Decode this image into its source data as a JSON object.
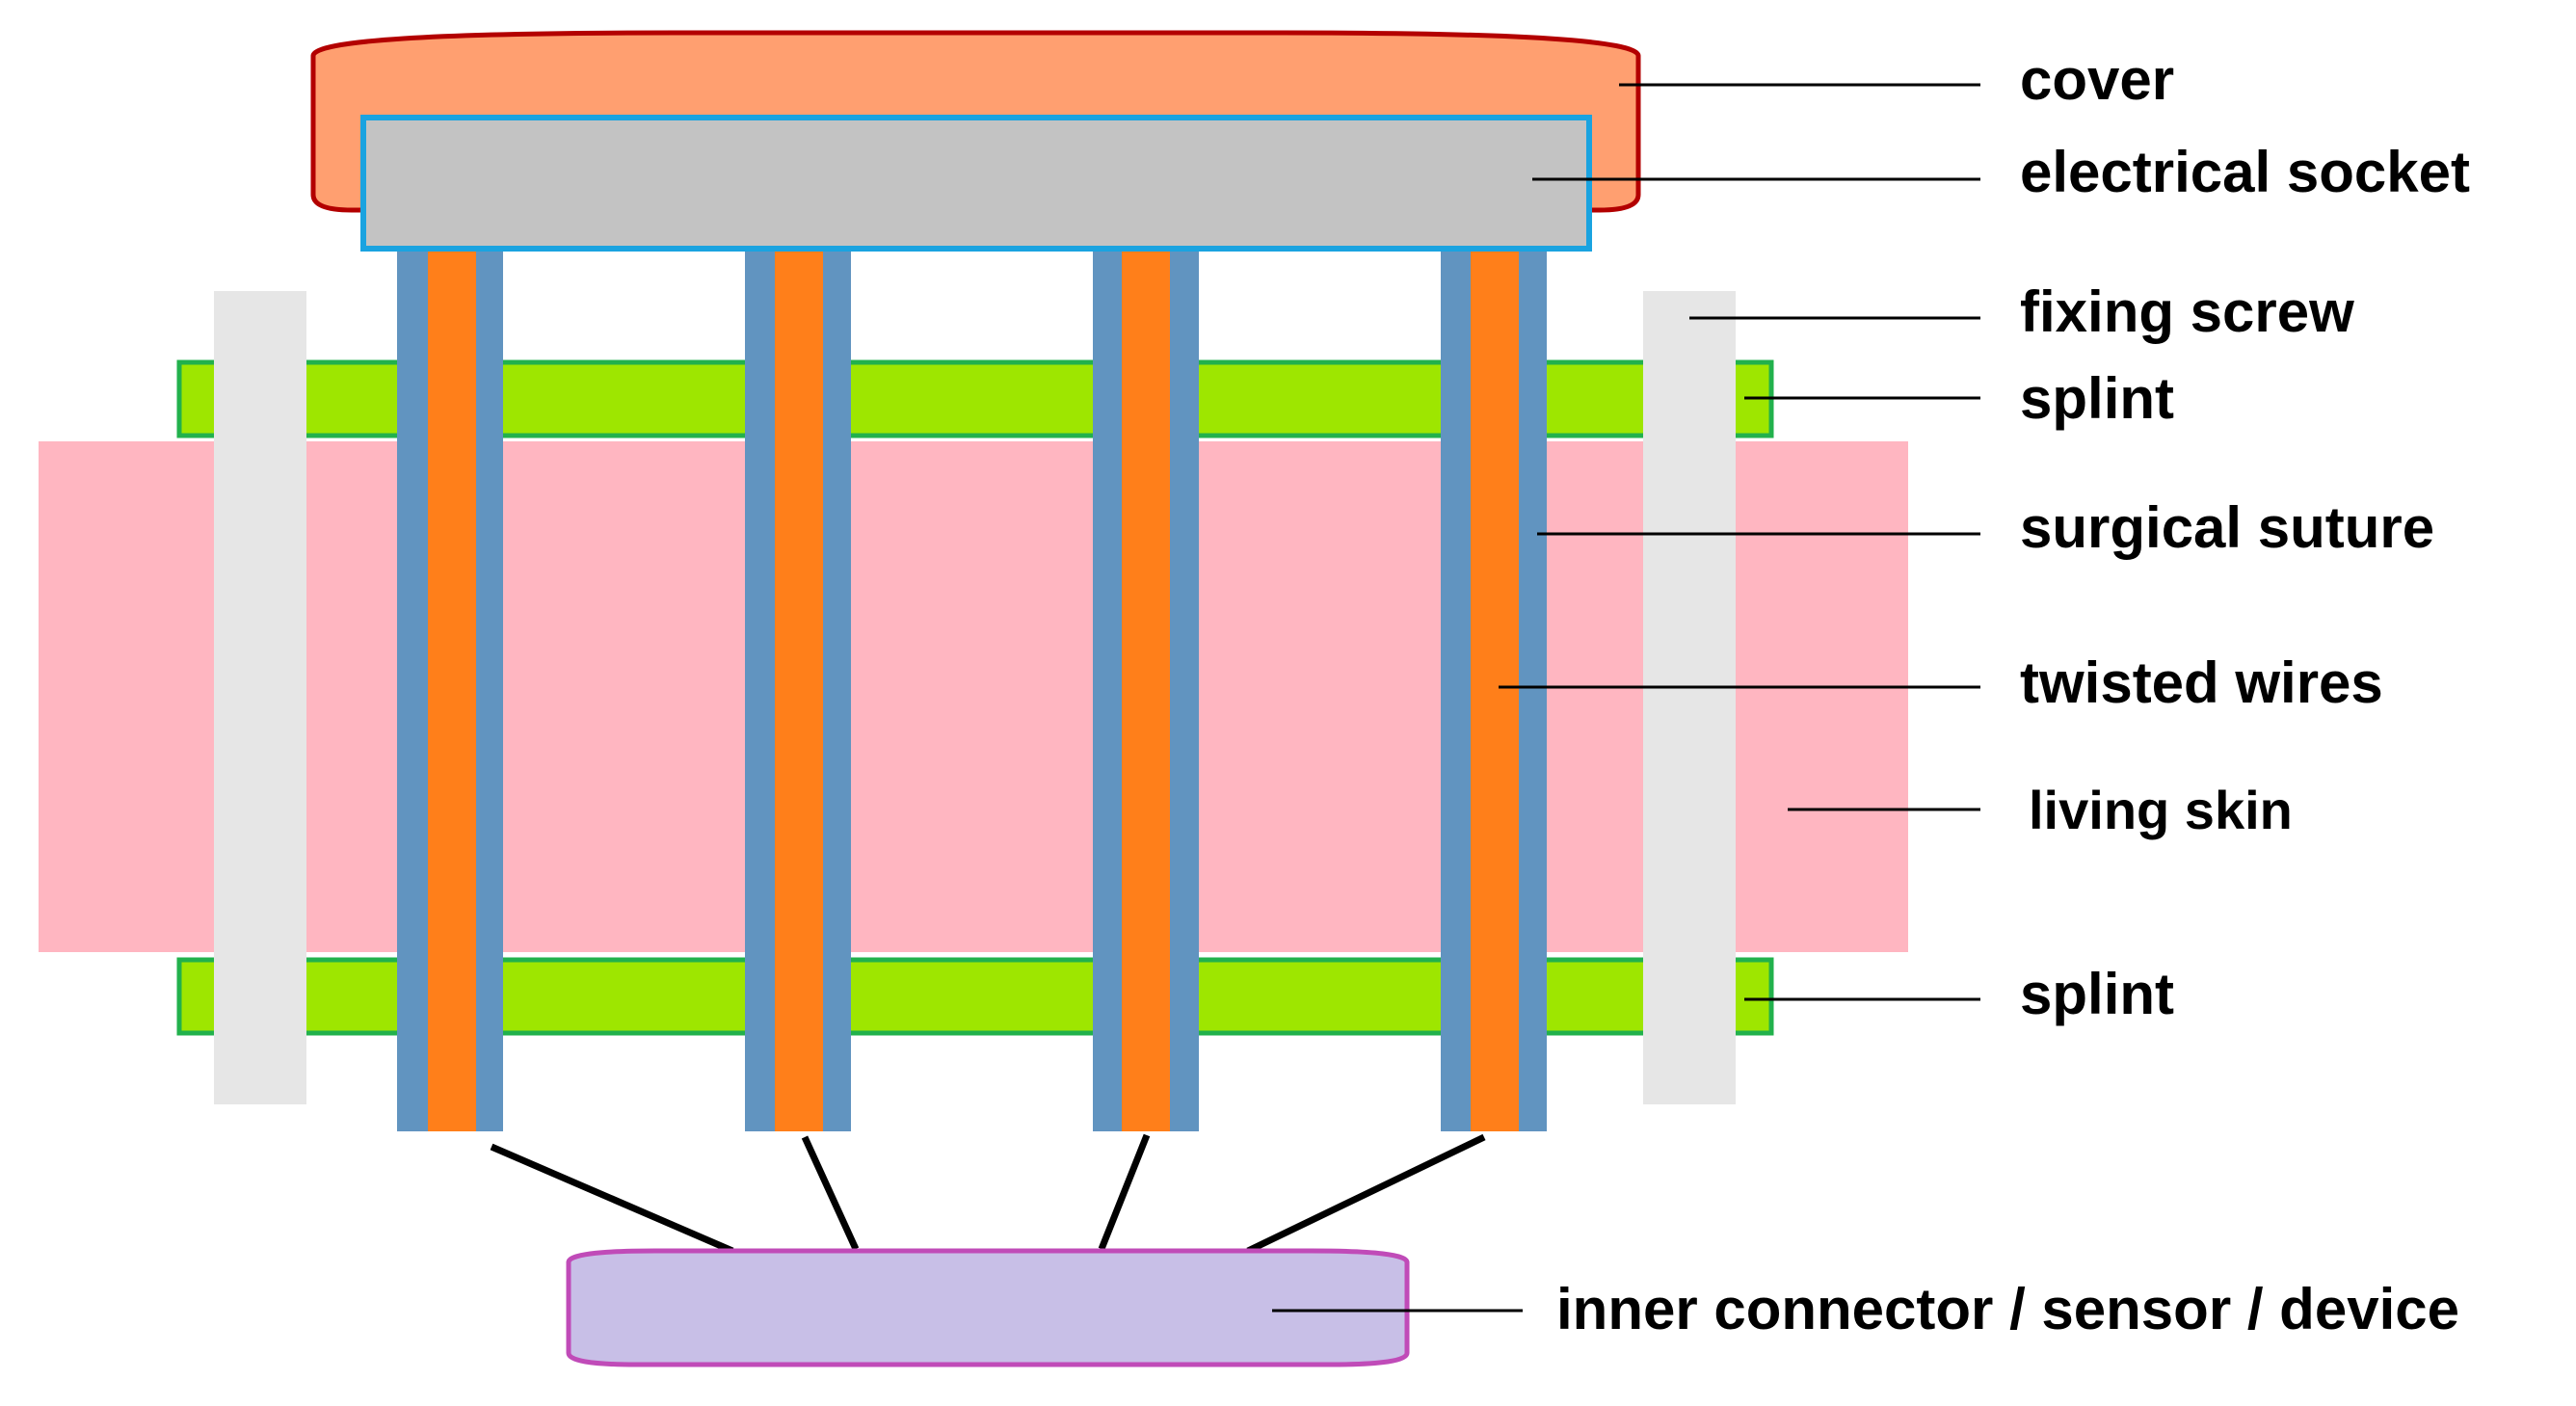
{
  "labels": {
    "cover": "cover",
    "electrical_socket": "electrical socket",
    "fixing_screw": "fixing screw",
    "splint_top": "splint",
    "surgical_suture": "surgical suture",
    "twisted_wires": "twisted wires",
    "living_skin": "living skin",
    "splint_bottom": "splint",
    "inner_device": "inner connector / sensor / device"
  },
  "colors": {
    "cover_fill": "#ff9f70",
    "cover_stroke": "#b30000",
    "socket_fill": "#c3c3c3",
    "socket_stroke": "#1aa3e0",
    "splint_fill": "#9ee600",
    "splint_stroke": "#22b14c",
    "skin_fill": "#ffb6c1",
    "screw_fill": "#e6e6e6",
    "suture_fill": "#6194c0",
    "wire_fill": "#ff7f1a",
    "device_fill": "#c8bfe7",
    "device_stroke": "#c04bb8"
  }
}
